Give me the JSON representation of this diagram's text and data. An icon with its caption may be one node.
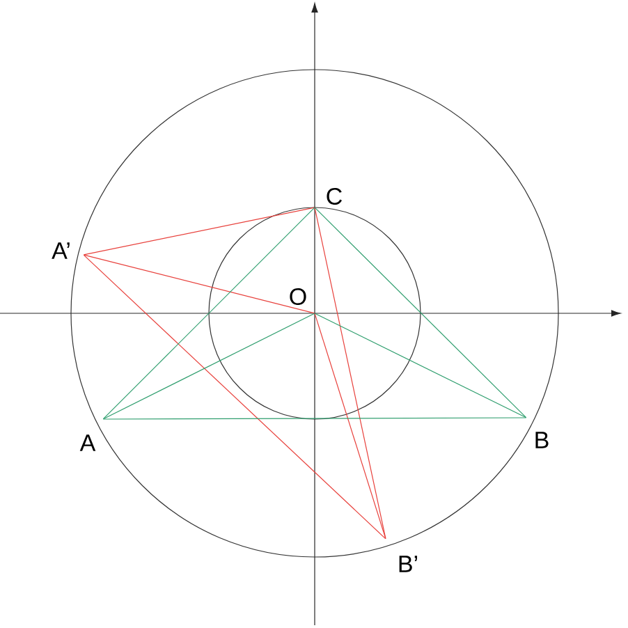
{
  "diagram": {
    "nodes": [
      {
        "text": [
          "C"
        ]
      },
      {
        "text": [
          "A’"
        ]
      },
      {
        "text": [
          "O"
        ]
      },
      {
        "text": [
          "A"
        ]
      },
      {
        "text": [
          "B"
        ]
      },
      {
        "text": [
          "B’"
        ]
      }
    ],
    "edges": [
      {
        "from": 1,
        "to": 0,
        "arrow": "none",
        "color": "#e8413c"
      },
      {
        "from": 1,
        "to": 2,
        "arrow": "none",
        "color": "#e8413c"
      },
      {
        "from": 1,
        "to": 5,
        "arrow": "none",
        "color": "#e8413c"
      },
      {
        "from": 0,
        "to": 5,
        "arrow": "none",
        "color": "#e8413c"
      },
      {
        "from": 2,
        "to": 5,
        "arrow": "none",
        "color": "#e8413c"
      },
      {
        "from": 3,
        "to": 0,
        "arrow": "none",
        "color": "#2f9e6e"
      },
      {
        "from": 0,
        "to": 4,
        "arrow": "none",
        "color": "#2f9e6e"
      },
      {
        "from": 3,
        "to": 4,
        "arrow": "none",
        "color": "#2f9e6e"
      },
      {
        "from": 2,
        "to": 3,
        "arrow": "none",
        "color": "#2f9e6e"
      },
      {
        "from": 2,
        "to": 4,
        "arrow": "none",
        "color": "#2f9e6e"
      }
    ]
  }
}
